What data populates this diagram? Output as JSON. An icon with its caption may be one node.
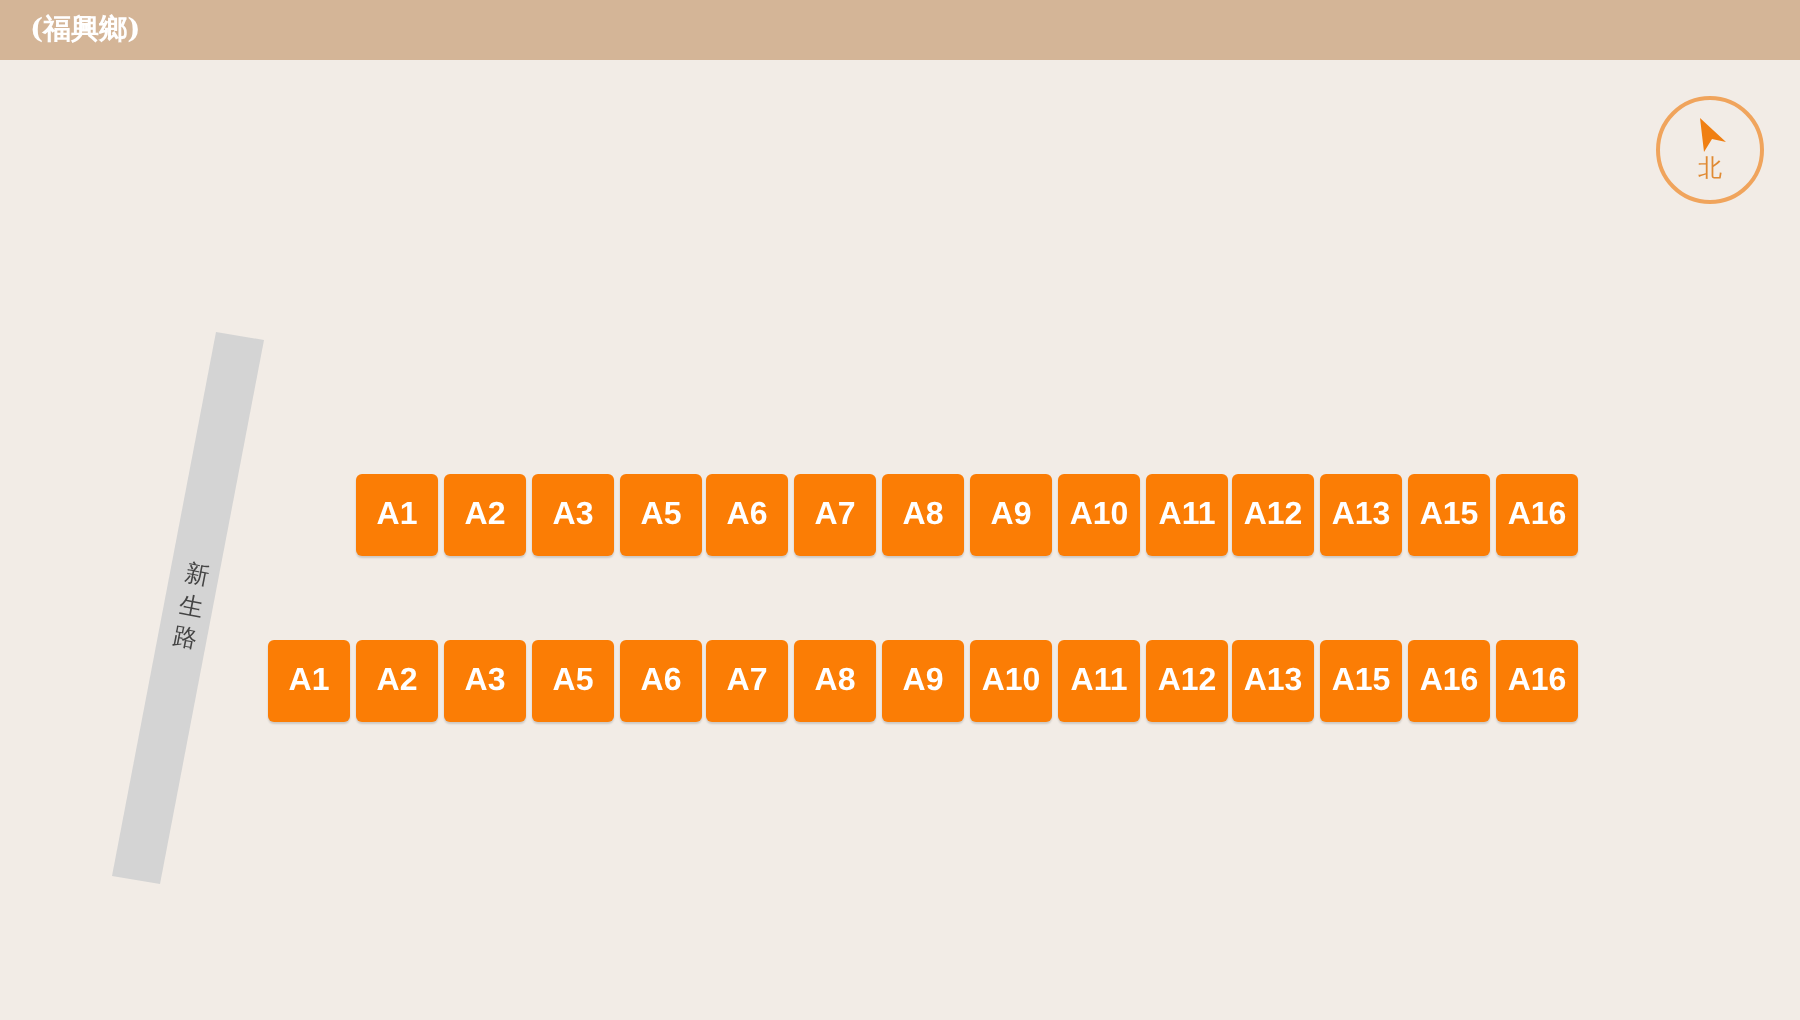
{
  "diagram": {
    "title": "(福興鄉)",
    "nodes": [
      {
        "text": [
          "北"
        ]
      },
      {
        "text": [
          "新生路"
        ]
      },
      {
        "text": [
          "A1"
        ]
      },
      {
        "text": [
          "A2"
        ]
      },
      {
        "text": [
          "A3"
        ]
      },
      {
        "text": [
          "A5"
        ]
      },
      {
        "text": [
          "A6"
        ]
      },
      {
        "text": [
          "A7"
        ]
      },
      {
        "text": [
          "A8"
        ]
      },
      {
        "text": [
          "A9"
        ]
      },
      {
        "text": [
          "A10"
        ]
      },
      {
        "text": [
          "A11"
        ]
      },
      {
        "text": [
          "A12"
        ]
      },
      {
        "text": [
          "A13"
        ]
      },
      {
        "text": [
          "A15"
        ]
      },
      {
        "text": [
          "A16"
        ]
      },
      {
        "text": [
          "A1"
        ]
      },
      {
        "text": [
          "A2"
        ]
      },
      {
        "text": [
          "A3"
        ]
      },
      {
        "text": [
          "A5"
        ]
      },
      {
        "text": [
          "A6"
        ]
      },
      {
        "text": [
          "A7"
        ]
      },
      {
        "text": [
          "A8"
        ]
      },
      {
        "text": [
          "A9"
        ]
      },
      {
        "text": [
          "A10"
        ]
      },
      {
        "text": [
          "A11"
        ]
      },
      {
        "text": [
          "A12"
        ]
      },
      {
        "text": [
          "A13"
        ]
      },
      {
        "text": [
          "A15"
        ]
      },
      {
        "text": [
          "A16"
        ]
      },
      {
        "text": [
          "A16"
        ]
      }
    ]
  }
}
